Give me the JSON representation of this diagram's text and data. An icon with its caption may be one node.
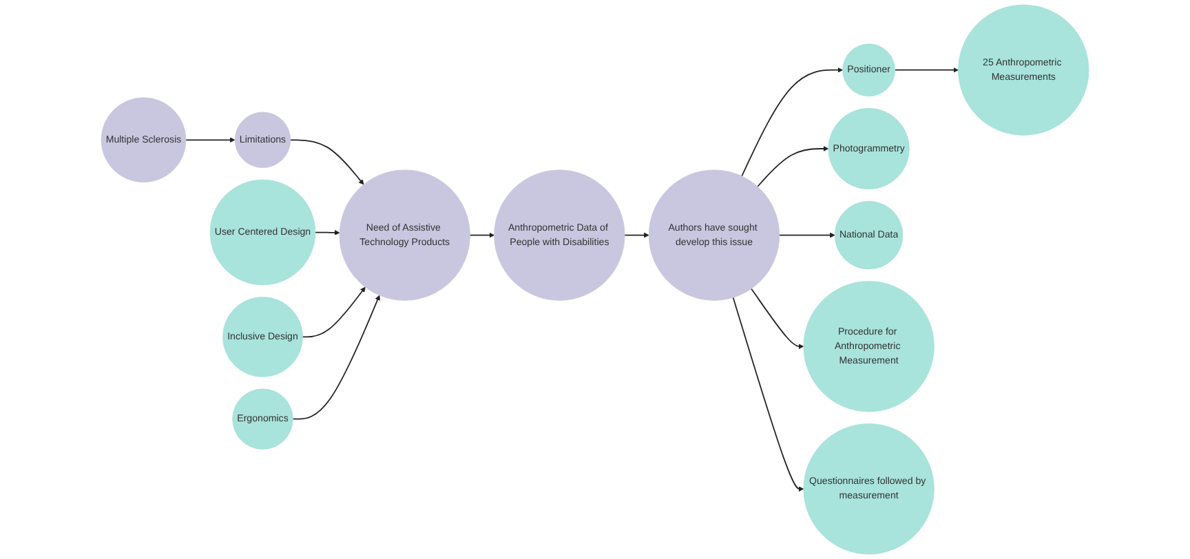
{
  "diagram": {
    "nodes": [
      {
        "text": [
          "Multiple Sclerosis"
        ]
      },
      {
        "text": [
          "Limitations"
        ]
      },
      {
        "text": [
          "User Centered Design"
        ]
      },
      {
        "text": [
          "Need of Assistive Technology Products"
        ]
      },
      {
        "text": [
          "Inclusive Design"
        ]
      },
      {
        "text": [
          "Ergonomics"
        ]
      },
      {
        "text": [
          "Anthropometric Data of People with Disabilities"
        ]
      },
      {
        "text": [
          "Positioner"
        ]
      },
      {
        "text": [
          "25 Anthropometric Measurements"
        ]
      },
      {
        "text": [
          "Authors have sought develop this issue"
        ]
      },
      {
        "text": [
          "Photogrammetry"
        ]
      },
      {
        "text": [
          "National Data"
        ]
      },
      {
        "text": [
          "Procedure for Anthropometric Measurement"
        ]
      },
      {
        "text": [
          "Questionnaires followed by measurement"
        ]
      }
    ],
    "edges": [
      {
        "from": 0,
        "to": 1,
        "arrow": "to"
      },
      {
        "from": 1,
        "to": 3,
        "arrow": "to"
      },
      {
        "from": 2,
        "to": 3,
        "arrow": "to"
      },
      {
        "from": 4,
        "to": 3,
        "arrow": "to"
      },
      {
        "from": 5,
        "to": 3,
        "arrow": "to"
      },
      {
        "from": 3,
        "to": 6,
        "arrow": "to"
      },
      {
        "from": 6,
        "to": 9,
        "arrow": "to"
      },
      {
        "from": 9,
        "to": 7,
        "arrow": "to"
      },
      {
        "from": 7,
        "to": 8,
        "arrow": "to"
      },
      {
        "from": 9,
        "to": 10,
        "arrow": "to"
      },
      {
        "from": 9,
        "to": 11,
        "arrow": "to"
      },
      {
        "from": 9,
        "to": 12,
        "arrow": "to"
      },
      {
        "from": 9,
        "to": 13,
        "arrow": "to"
      }
    ]
  }
}
